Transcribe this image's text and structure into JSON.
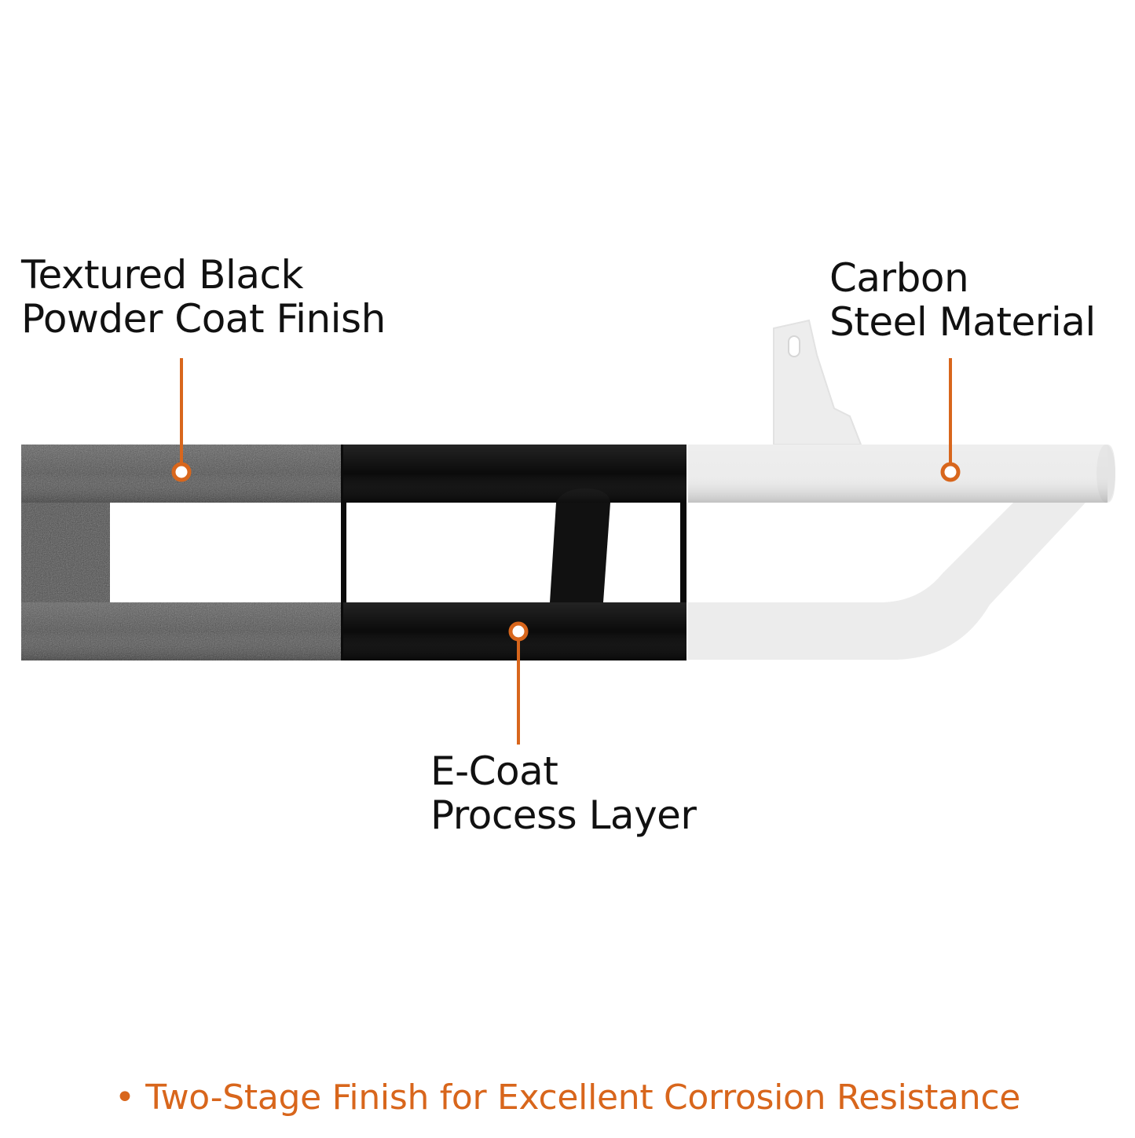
{
  "colors": {
    "accent": "#d8661c",
    "text": "#111111",
    "powder_coat": "#4a4a4a",
    "ecoat": "#0b0b0b",
    "bare_steel": "#ececec"
  },
  "callouts": {
    "powder_coat": {
      "line1": "Textured Black",
      "line2": "Powder Coat Finish"
    },
    "carbon_steel": {
      "line1": "Carbon",
      "line2": "Steel Material"
    },
    "ecoat": {
      "line1": "E-Coat",
      "line2": "Process Layer"
    }
  },
  "footer": {
    "bullet": "•",
    "text": "Two-Stage Finish for Excellent Corrosion Resistance"
  }
}
